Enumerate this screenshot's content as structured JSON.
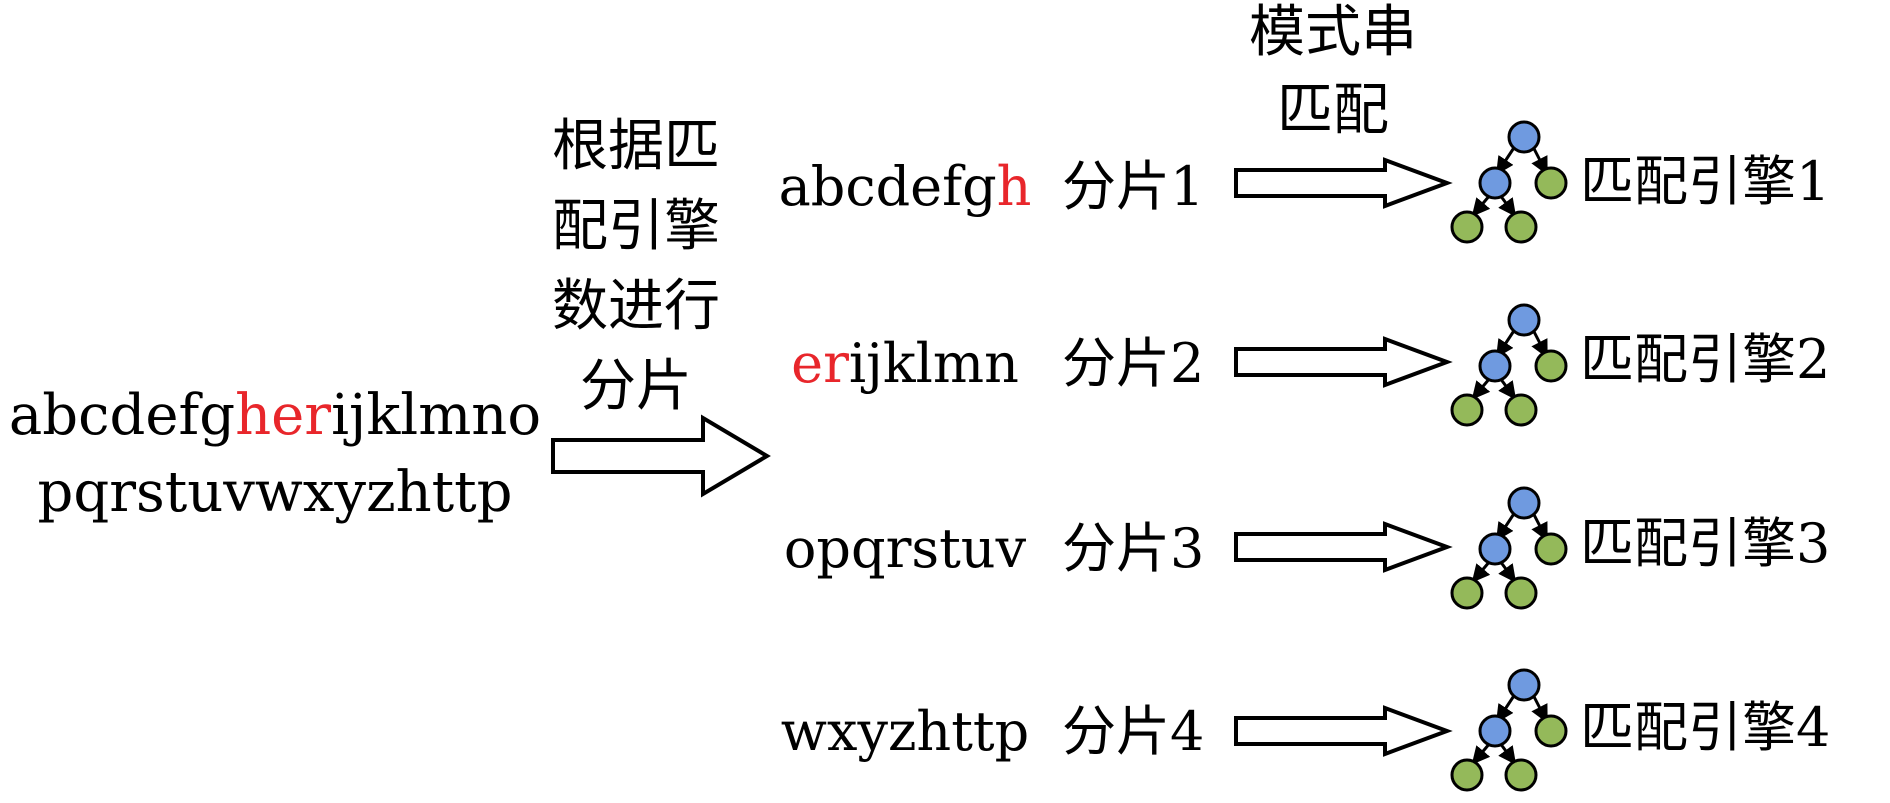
{
  "input": {
    "line1_pre": "abcdefg",
    "line1_red": "her",
    "line1_post": "ijklmno",
    "line2": "pqrstuvwxyzhttp"
  },
  "split_label": [
    "根据匹",
    "配引擎",
    "数进行",
    "分片"
  ],
  "match_label": [
    "模式串",
    "匹配"
  ],
  "shards": [
    {
      "pre": "abcdefg",
      "red": "h",
      "post": "",
      "label": "分片1",
      "engine": "匹配引擎1"
    },
    {
      "pre": "",
      "red": "er",
      "post": "ijklmn",
      "label": "分片2",
      "engine": "匹配引擎2"
    },
    {
      "pre": "opqrstuv",
      "red": "",
      "post": "",
      "label": "分片3",
      "engine": "匹配引擎3"
    },
    {
      "pre": "wxyzhttp",
      "red": "",
      "post": "",
      "label": "分片4",
      "engine": "匹配引擎4"
    }
  ],
  "colors": {
    "highlight": "#e8262b",
    "tree_root": "#6f9ae0",
    "tree_mid": "#6f9ae0",
    "tree_leaf": "#94b95a"
  },
  "icons": {
    "engine": "tree-graph-icon",
    "arrow": "hollow-right-arrow-icon"
  }
}
